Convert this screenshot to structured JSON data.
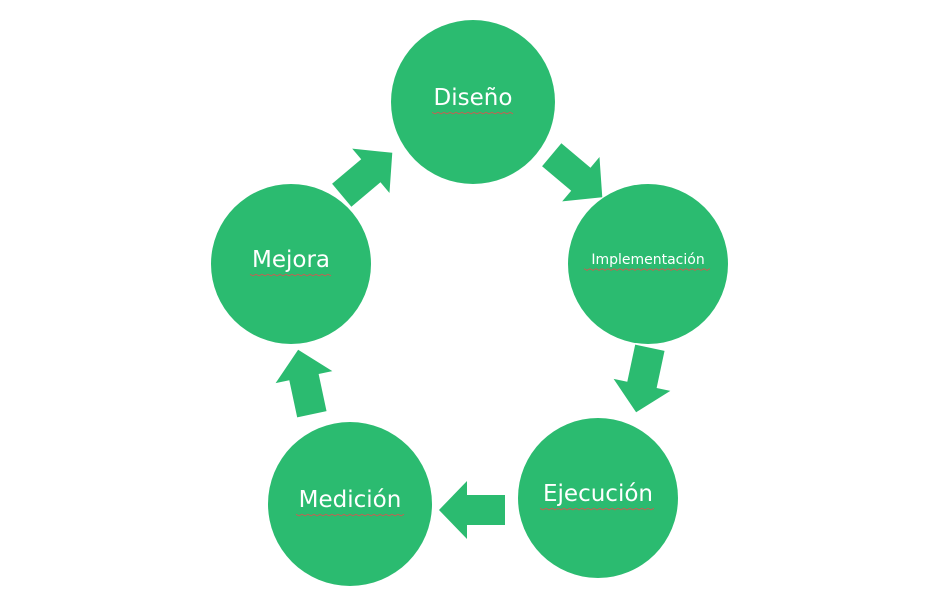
{
  "colors": {
    "node_fill": "#2bbb70",
    "arrow_fill": "#2bbb70",
    "label_text": "#ffffff",
    "background": "#ffffff"
  },
  "nodes": [
    {
      "id": "diseno",
      "label": "Diseño"
    },
    {
      "id": "implementacion",
      "label": "Implementación"
    },
    {
      "id": "ejecucion",
      "label": "Ejecución"
    },
    {
      "id": "medicion",
      "label": "Medición"
    },
    {
      "id": "mejora",
      "label": "Mejora"
    }
  ],
  "edges": [
    {
      "from": "diseno",
      "to": "implementacion"
    },
    {
      "from": "implementacion",
      "to": "ejecucion"
    },
    {
      "from": "ejecucion",
      "to": "medicion"
    },
    {
      "from": "medicion",
      "to": "mejora"
    },
    {
      "from": "mejora",
      "to": "diseno"
    }
  ]
}
